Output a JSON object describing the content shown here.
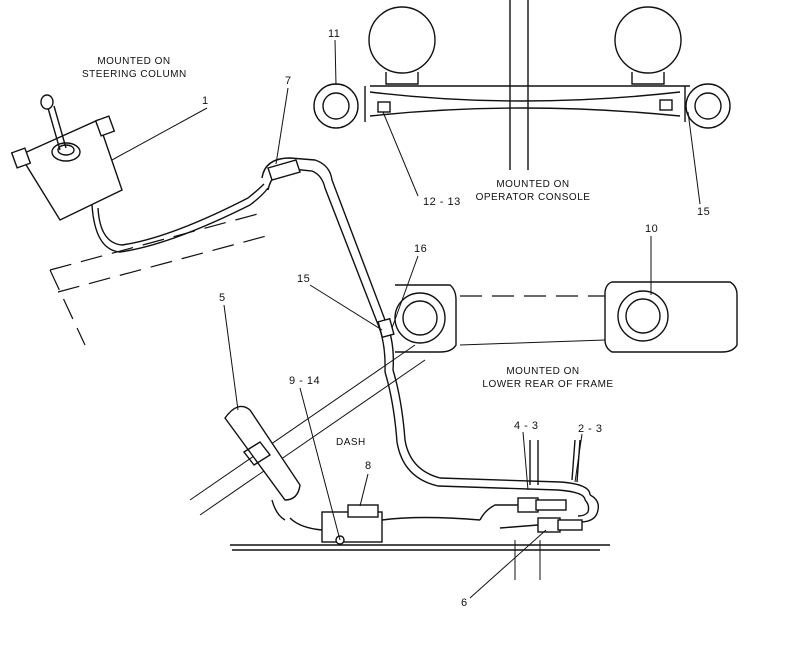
{
  "labels": {
    "steering": [
      "MOUNTED ON",
      "STEERING COLUMN"
    ],
    "console": [
      "MOUNTED ON",
      "OPERATOR CONSOLE"
    ],
    "frame": [
      "MOUNTED ON",
      "LOWER REAR OF FRAME"
    ],
    "dash": "DASH"
  },
  "callouts": {
    "c1": "1",
    "c2_3": "2 - 3",
    "c4_3": "4 - 3",
    "c5": "5",
    "c6": "6",
    "c7": "7",
    "c8": "8",
    "c9_14": "9 - 14",
    "c10": "10",
    "c11": "11",
    "c12_13": "12 - 13",
    "c15_top": "15",
    "c15_mid": "15",
    "c16": "16"
  }
}
